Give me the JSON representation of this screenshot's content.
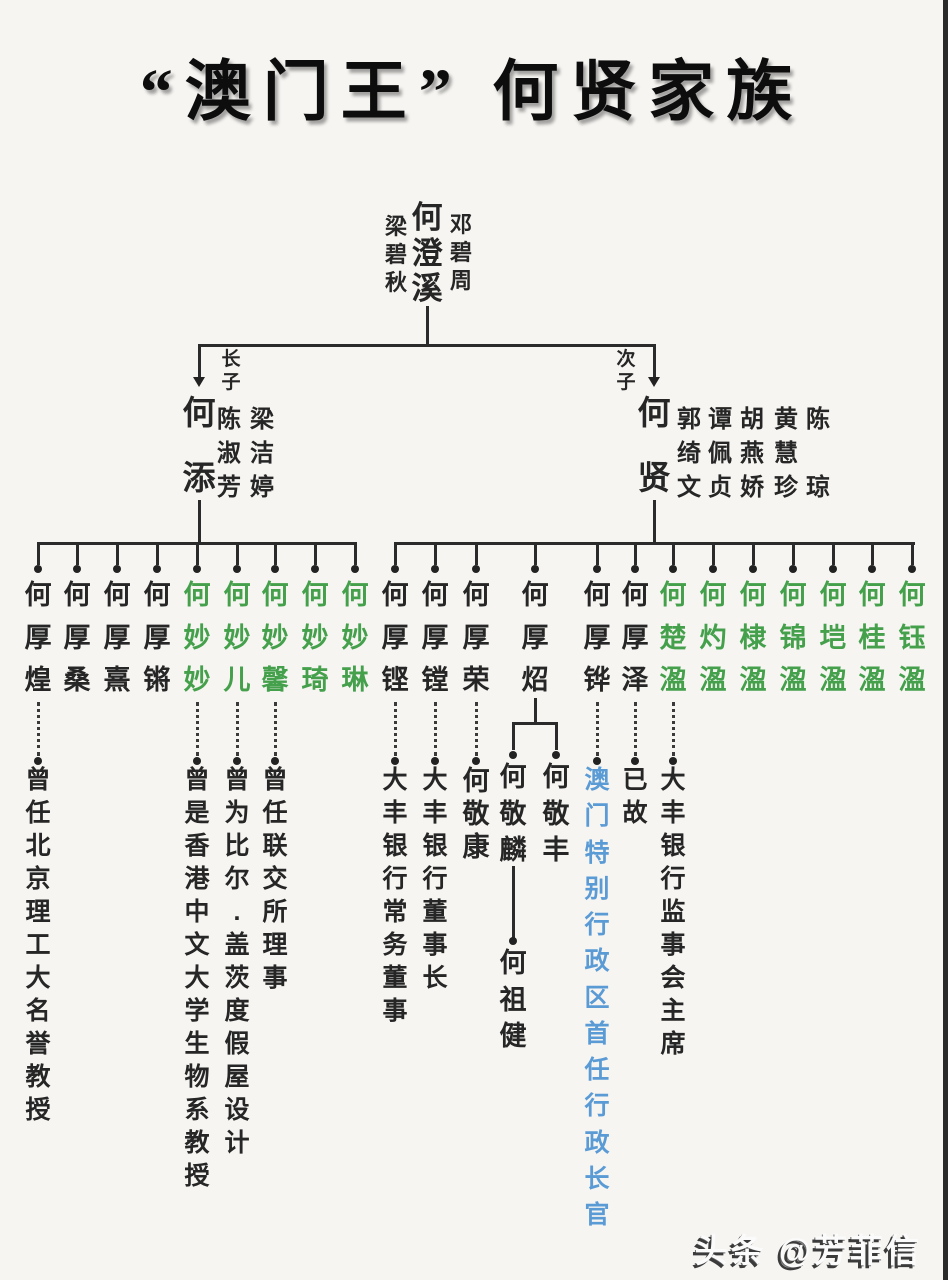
{
  "title": "“澳门王” 何贤家族",
  "watermark": "头条 @芳菲信",
  "colors": {
    "son_text": "#262626",
    "daughter_text": "#45a04c",
    "highlight_blue": "#5b9bd5",
    "line": "#2b2b2b"
  },
  "root_couple": {
    "father": "何澄溪",
    "first_wife": "梁碧秋",
    "second_wife": "邓碧周"
  },
  "branches": [
    {
      "birth_order_label": "长子",
      "name": "何添",
      "spouses": [
        "陈淑芳",
        "梁洁婷"
      ],
      "children": [
        {
          "name": "何厚煌",
          "gender": "son",
          "note": "曾任北京理工大名誉教授"
        },
        {
          "name": "何厚桑",
          "gender": "son"
        },
        {
          "name": "何厚熹",
          "gender": "son"
        },
        {
          "name": "何厚锵",
          "gender": "son"
        },
        {
          "name": "何妙妙",
          "gender": "daughter",
          "note": "曾是香港中文大学生物系教授"
        },
        {
          "name": "何妙儿",
          "gender": "daughter",
          "note": "曾为比尔.盖茨度假屋设计"
        },
        {
          "name": "何妙馨",
          "gender": "daughter",
          "note": "曾任联交所理事"
        },
        {
          "name": "何妙琦",
          "gender": "daughter"
        },
        {
          "name": "何妙琳",
          "gender": "daughter"
        }
      ]
    },
    {
      "birth_order_label": "次子",
      "name": "何贤",
      "spouses": [
        "郭绮文",
        "谭佩贞",
        "胡燕娇",
        "黄慧珍",
        "陈琼"
      ],
      "children": [
        {
          "name": "何厚铿",
          "gender": "son",
          "note": "大丰银行常务董事"
        },
        {
          "name": "何厚镗",
          "gender": "son",
          "note": "大丰银行董事长"
        },
        {
          "name": "何厚荣",
          "gender": "son",
          "child_name": "何敬康"
        },
        {
          "name": "何厚炤",
          "gender": "son",
          "sons": [
            "何敬麟",
            "何敬丰"
          ],
          "grandson": "何祖健"
        },
        {
          "name": "何厚铧",
          "gender": "son",
          "note": "澳门特别行政区首任行政长官",
          "note_color": "blue"
        },
        {
          "name": "何厚泽",
          "gender": "son",
          "note": "已故"
        },
        {
          "name": "何楚溋",
          "gender": "daughter",
          "note": "大丰银行监事会主席"
        },
        {
          "name": "何灼溋",
          "gender": "daughter"
        },
        {
          "name": "何棣溋",
          "gender": "daughter"
        },
        {
          "name": "何锦溋",
          "gender": "daughter"
        },
        {
          "name": "何垲溋",
          "gender": "daughter"
        },
        {
          "name": "何桂溋",
          "gender": "daughter"
        },
        {
          "name": "何钰溋",
          "gender": "daughter"
        }
      ]
    }
  ]
}
